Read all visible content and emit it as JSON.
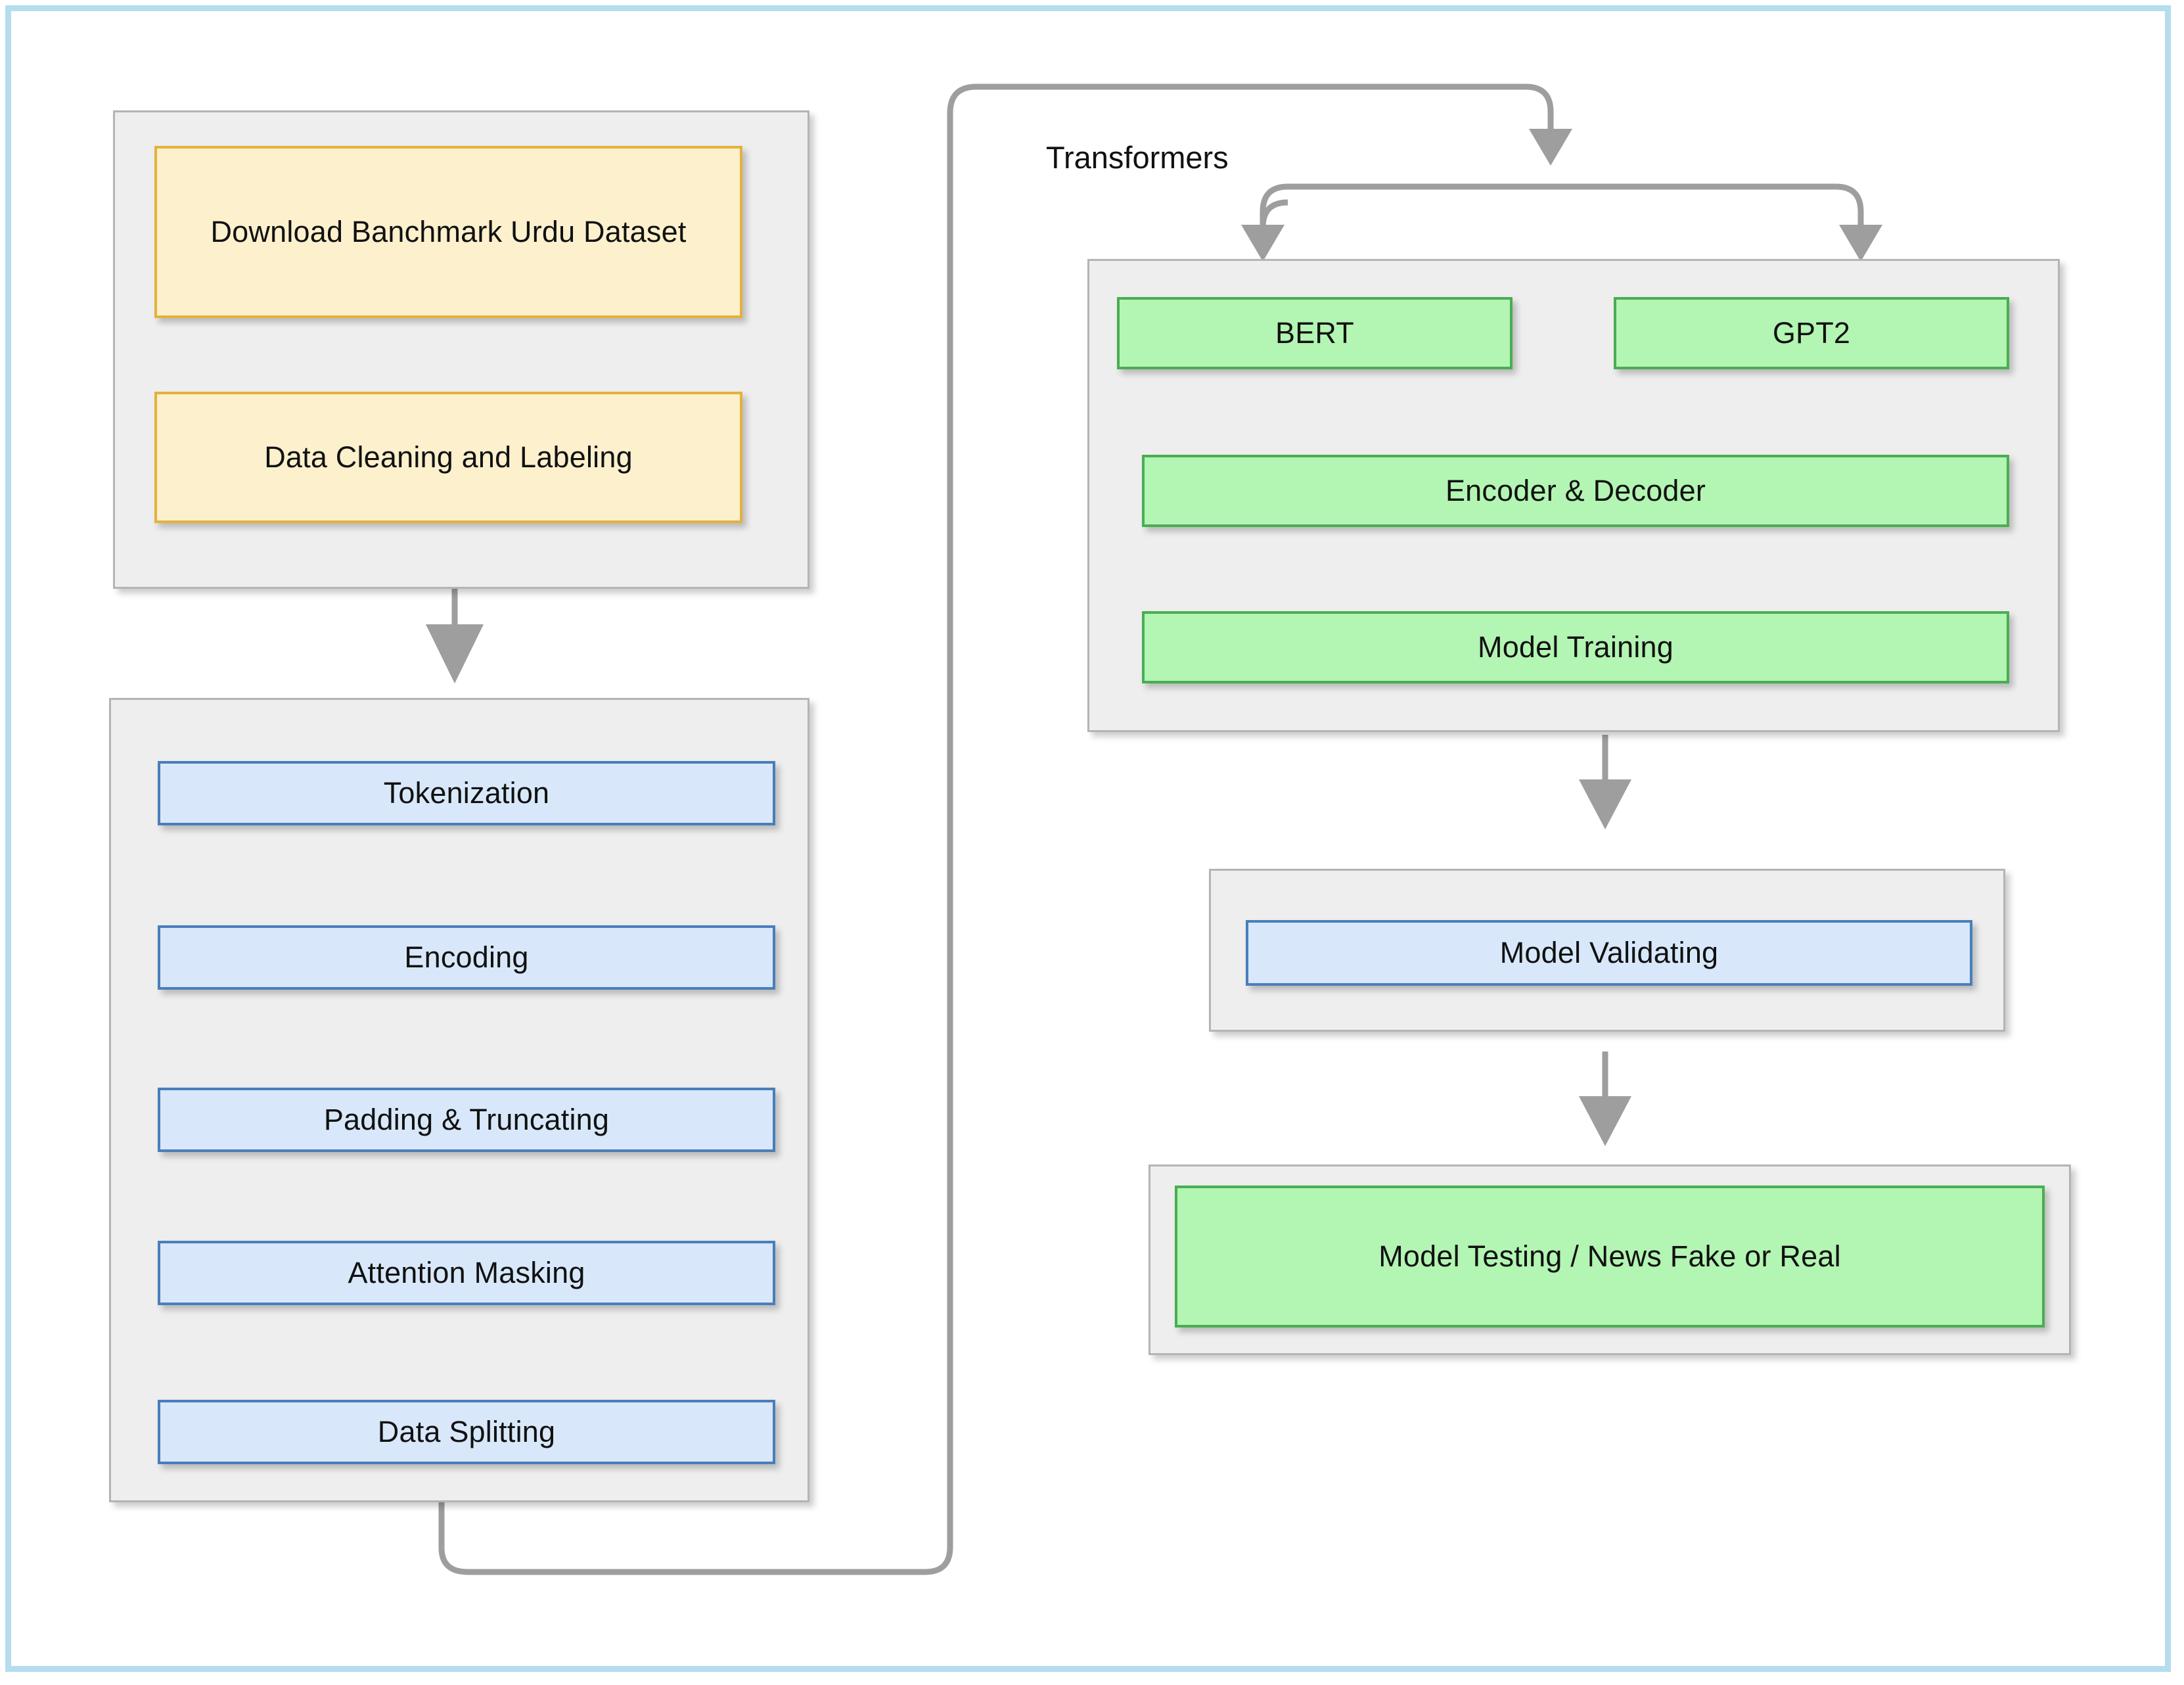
{
  "figure": {
    "title": "Urdu Fake News Detection Pipeline Flowchart",
    "frame_color": "#b6dcef",
    "panel_fill": "#eeeeee",
    "panel_border": "#b4b4b4",
    "arrow_color": "#9e9e9e",
    "colors": {
      "yellow_fill": "#fdf0cd",
      "yellow_border": "#e3b23c",
      "blue_fill": "#d8e8fa",
      "blue_border": "#4a7ebb",
      "green_fill": "#b3f5b3",
      "green_border": "#4aad52"
    }
  },
  "labels": {
    "transformers": "Transformers"
  },
  "data_stage": {
    "nodes": [
      {
        "id": "download-dataset",
        "label": "Download Banchmark Urdu Dataset",
        "color": "yellow"
      },
      {
        "id": "data-cleaning",
        "label": "Data Cleaning and Labeling",
        "color": "yellow"
      }
    ]
  },
  "preprocessing_stage": {
    "nodes": [
      {
        "id": "tokenization",
        "label": "Tokenization",
        "color": "blue"
      },
      {
        "id": "encoding",
        "label": "Encoding",
        "color": "blue"
      },
      {
        "id": "padding-truncating",
        "label": "Padding & Truncating",
        "color": "blue"
      },
      {
        "id": "attention-masking",
        "label": "Attention Masking",
        "color": "blue"
      },
      {
        "id": "data-splitting",
        "label": "Data Splitting",
        "color": "blue"
      }
    ]
  },
  "transformers_stage": {
    "nodes": [
      {
        "id": "bert",
        "label": "BERT",
        "color": "green"
      },
      {
        "id": "gpt2",
        "label": "GPT2",
        "color": "green"
      },
      {
        "id": "encoder-decoder",
        "label": "Encoder & Decoder",
        "color": "green"
      },
      {
        "id": "model-training",
        "label": "Model Training",
        "color": "green"
      }
    ]
  },
  "validation_stage": {
    "nodes": [
      {
        "id": "model-validating",
        "label": "Model Validating",
        "color": "blue"
      }
    ]
  },
  "testing_stage": {
    "nodes": [
      {
        "id": "model-testing",
        "label": "Model Testing / News Fake or Real",
        "color": "green"
      }
    ]
  },
  "flow_edges": [
    {
      "from": "download-dataset",
      "to": "data-cleaning"
    },
    {
      "from": "data-cleaning",
      "to": "preprocessing-panel"
    },
    {
      "from": "data-splitting",
      "to": "transformers-entry"
    },
    {
      "from": "transformers-entry",
      "to": "bert"
    },
    {
      "from": "transformers-entry",
      "to": "gpt2"
    },
    {
      "from": "bert",
      "to": "encoder-decoder"
    },
    {
      "from": "gpt2",
      "to": "encoder-decoder"
    },
    {
      "from": "encoder-decoder",
      "to": "model-training"
    },
    {
      "from": "model-training",
      "to": "model-validating"
    },
    {
      "from": "model-validating",
      "to": "model-testing"
    },
    {
      "from": "tokenization",
      "to": "encoding"
    },
    {
      "from": "encoding",
      "to": "padding-truncating"
    },
    {
      "from": "padding-truncating",
      "to": "attention-masking"
    },
    {
      "from": "attention-masking",
      "to": "data-splitting"
    }
  ]
}
